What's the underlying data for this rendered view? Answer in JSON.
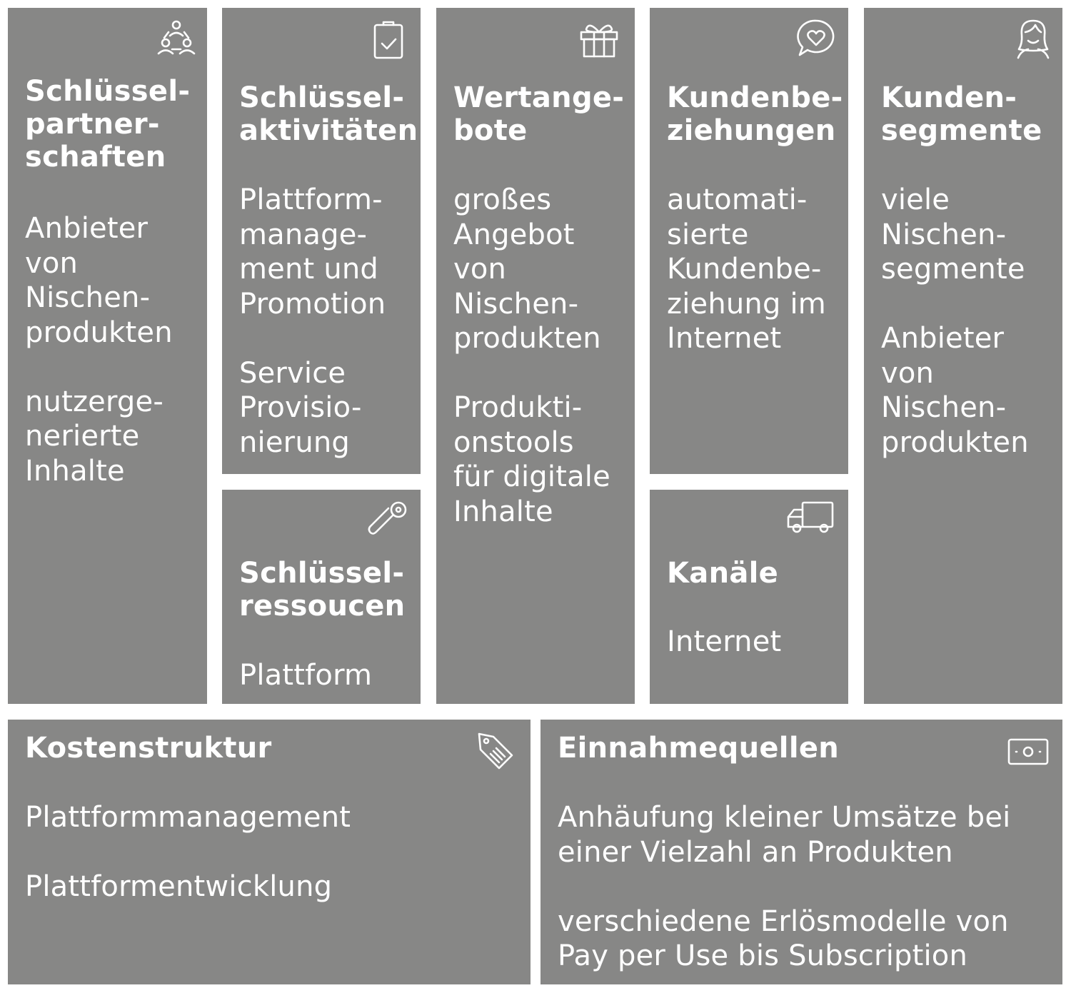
{
  "cards": {
    "partners": {
      "title": "Schlüssel-\npartner-\nschaften",
      "body": "Anbieter\nvon\nNischen-\nprodukten\n\nnutzerge-\nnerierte\nInhalte",
      "icon": "people-network-icon"
    },
    "activities": {
      "title": "Schlüssel-\naktivitäten",
      "body": "Plattform-\nmanage-\nment und\nPromotion\n\nService\nProvisio-\nnierung",
      "icon": "clipboard-check-icon"
    },
    "resources": {
      "title": "Schlüssel-\nressoucen",
      "body": "Plattform",
      "icon": "safety-pin-icon"
    },
    "value": {
      "title": "Wertange-\nbote",
      "body": "großes\nAngebot\nvon\nNischen-\nprodukten\n\nProdukti-\nonstools\nfür digitale\nInhalte",
      "icon": "gift-icon"
    },
    "relations": {
      "title": "Kundenbe-\nziehungen",
      "body": "automati-\nsierte\nKundenbe-\nziehung im\nInternet",
      "icon": "heart-speech-icon"
    },
    "channels": {
      "title": "Kanäle",
      "body": "Internet",
      "icon": "truck-icon"
    },
    "segments": {
      "title": "Kunden-\nsegmente",
      "body": "viele\nNischen-\nsegmente\n\nAnbieter\nvon\nNischen-\nprodukten",
      "icon": "person-icon"
    },
    "costs": {
      "title": "Kostenstruktur",
      "body": "Plattformmanagement\n\nPlattformentwicklung",
      "icon": "price-tag-icon"
    },
    "revenue": {
      "title": "Einnahmequellen",
      "body": "Anhäufung kleiner Umsätze bei\neiner Vielzahl an Produkten\n\nverschiedene Erlösmodelle von\nPay per Use bis Subscription",
      "icon": "money-icon"
    }
  }
}
